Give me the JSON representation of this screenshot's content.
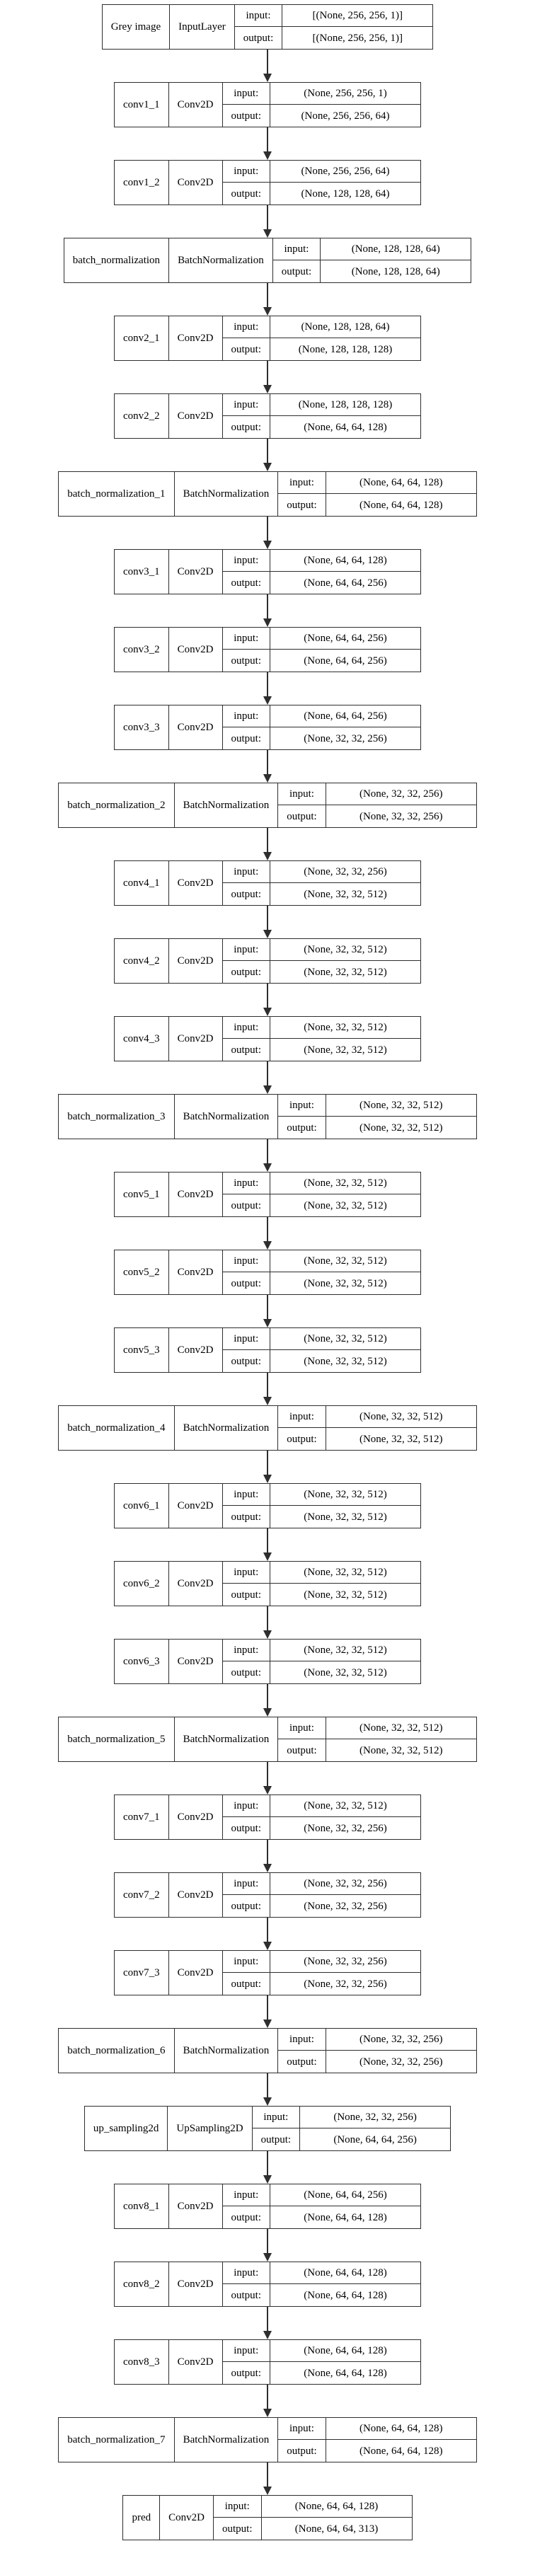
{
  "diagram": {
    "io_labels": {
      "input": "input:",
      "output": "output:"
    },
    "layers": [
      {
        "name": "Grey image",
        "type": "InputLayer",
        "input": "[(None, 256, 256, 1)]",
        "output": "[(None, 256, 256, 1)]"
      },
      {
        "name": "conv1_1",
        "type": "Conv2D",
        "input": "(None, 256, 256, 1)",
        "output": "(None, 256, 256, 64)"
      },
      {
        "name": "conv1_2",
        "type": "Conv2D",
        "input": "(None, 256, 256, 64)",
        "output": "(None, 128, 128, 64)"
      },
      {
        "name": "batch_normalization",
        "type": "BatchNormalization",
        "input": "(None, 128, 128, 64)",
        "output": "(None, 128, 128, 64)"
      },
      {
        "name": "conv2_1",
        "type": "Conv2D",
        "input": "(None, 128, 128, 64)",
        "output": "(None, 128, 128, 128)"
      },
      {
        "name": "conv2_2",
        "type": "Conv2D",
        "input": "(None, 128, 128, 128)",
        "output": "(None, 64, 64, 128)"
      },
      {
        "name": "batch_normalization_1",
        "type": "BatchNormalization",
        "input": "(None, 64, 64, 128)",
        "output": "(None, 64, 64, 128)"
      },
      {
        "name": "conv3_1",
        "type": "Conv2D",
        "input": "(None, 64, 64, 128)",
        "output": "(None, 64, 64, 256)"
      },
      {
        "name": "conv3_2",
        "type": "Conv2D",
        "input": "(None, 64, 64, 256)",
        "output": "(None, 64, 64, 256)"
      },
      {
        "name": "conv3_3",
        "type": "Conv2D",
        "input": "(None, 64, 64, 256)",
        "output": "(None, 32, 32, 256)"
      },
      {
        "name": "batch_normalization_2",
        "type": "BatchNormalization",
        "input": "(None, 32, 32, 256)",
        "output": "(None, 32, 32, 256)"
      },
      {
        "name": "conv4_1",
        "type": "Conv2D",
        "input": "(None, 32, 32, 256)",
        "output": "(None, 32, 32, 512)"
      },
      {
        "name": "conv4_2",
        "type": "Conv2D",
        "input": "(None, 32, 32, 512)",
        "output": "(None, 32, 32, 512)"
      },
      {
        "name": "conv4_3",
        "type": "Conv2D",
        "input": "(None, 32, 32, 512)",
        "output": "(None, 32, 32, 512)"
      },
      {
        "name": "batch_normalization_3",
        "type": "BatchNormalization",
        "input": "(None, 32, 32, 512)",
        "output": "(None, 32, 32, 512)"
      },
      {
        "name": "conv5_1",
        "type": "Conv2D",
        "input": "(None, 32, 32, 512)",
        "output": "(None, 32, 32, 512)"
      },
      {
        "name": "conv5_2",
        "type": "Conv2D",
        "input": "(None, 32, 32, 512)",
        "output": "(None, 32, 32, 512)"
      },
      {
        "name": "conv5_3",
        "type": "Conv2D",
        "input": "(None, 32, 32, 512)",
        "output": "(None, 32, 32, 512)"
      },
      {
        "name": "batch_normalization_4",
        "type": "BatchNormalization",
        "input": "(None, 32, 32, 512)",
        "output": "(None, 32, 32, 512)"
      },
      {
        "name": "conv6_1",
        "type": "Conv2D",
        "input": "(None, 32, 32, 512)",
        "output": "(None, 32, 32, 512)"
      },
      {
        "name": "conv6_2",
        "type": "Conv2D",
        "input": "(None, 32, 32, 512)",
        "output": "(None, 32, 32, 512)"
      },
      {
        "name": "conv6_3",
        "type": "Conv2D",
        "input": "(None, 32, 32, 512)",
        "output": "(None, 32, 32, 512)"
      },
      {
        "name": "batch_normalization_5",
        "type": "BatchNormalization",
        "input": "(None, 32, 32, 512)",
        "output": "(None, 32, 32, 512)"
      },
      {
        "name": "conv7_1",
        "type": "Conv2D",
        "input": "(None, 32, 32, 512)",
        "output": "(None, 32, 32, 256)"
      },
      {
        "name": "conv7_2",
        "type": "Conv2D",
        "input": "(None, 32, 32, 256)",
        "output": "(None, 32, 32, 256)"
      },
      {
        "name": "conv7_3",
        "type": "Conv2D",
        "input": "(None, 32, 32, 256)",
        "output": "(None, 32, 32, 256)"
      },
      {
        "name": "batch_normalization_6",
        "type": "BatchNormalization",
        "input": "(None, 32, 32, 256)",
        "output": "(None, 32, 32, 256)"
      },
      {
        "name": "up_sampling2d",
        "type": "UpSampling2D",
        "input": "(None, 32, 32, 256)",
        "output": "(None, 64, 64, 256)"
      },
      {
        "name": "conv8_1",
        "type": "Conv2D",
        "input": "(None, 64, 64, 256)",
        "output": "(None, 64, 64, 128)"
      },
      {
        "name": "conv8_2",
        "type": "Conv2D",
        "input": "(None, 64, 64, 128)",
        "output": "(None, 64, 64, 128)"
      },
      {
        "name": "conv8_3",
        "type": "Conv2D",
        "input": "(None, 64, 64, 128)",
        "output": "(None, 64, 64, 128)"
      },
      {
        "name": "batch_normalization_7",
        "type": "BatchNormalization",
        "input": "(None, 64, 64, 128)",
        "output": "(None, 64, 64, 128)"
      },
      {
        "name": "pred",
        "type": "Conv2D",
        "input": "(None, 64, 64, 128)",
        "output": "(None, 64, 64, 313)"
      }
    ]
  }
}
